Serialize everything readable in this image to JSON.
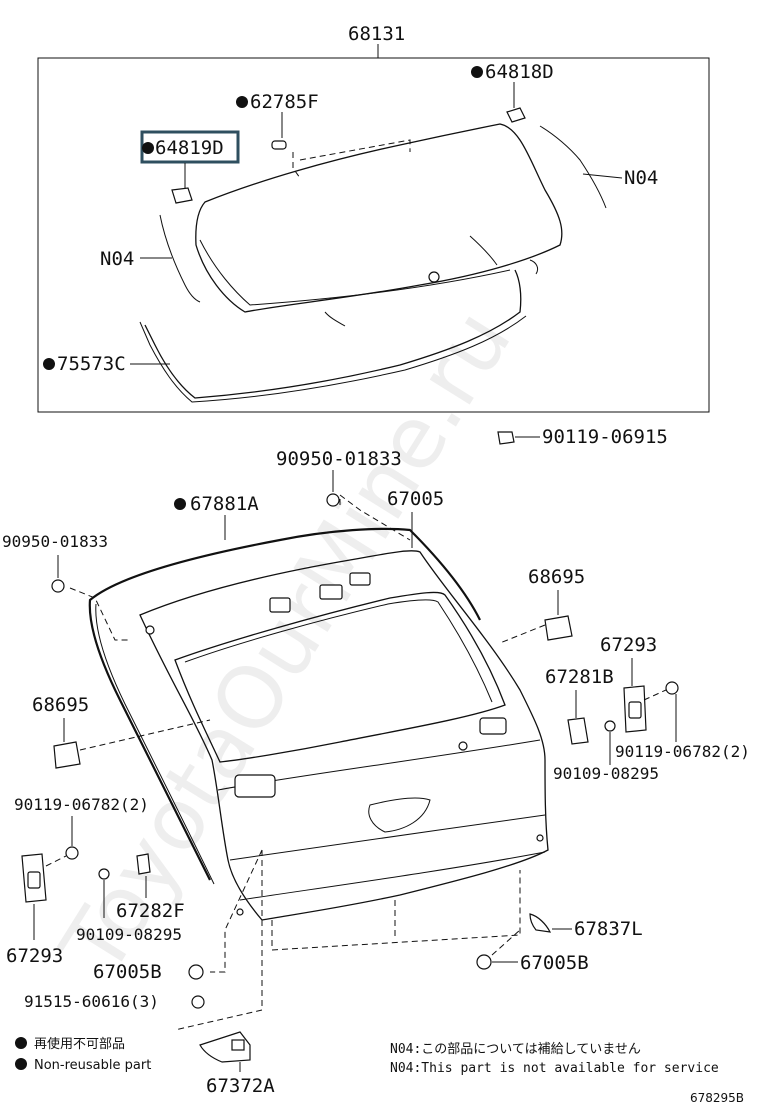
{
  "labels": {
    "p68131": "68131",
    "p64818D": "64818D",
    "p62785F": "62785F",
    "p64819D": "64819D",
    "n04_right": "N04",
    "n04_left": "N04",
    "p75573C": "75573C",
    "p90119_06915": "90119-06915",
    "p90950_01833_top": "90950-01833",
    "p67881A": "67881A",
    "p67005": "67005",
    "p90950_01833_left": "90950-01833",
    "p68695_right": "68695",
    "p67293_right": "67293",
    "p67281B": "67281B",
    "p68695_left": "68695",
    "p90119_06782_right": "90119-06782(2)",
    "p90109_08295_right": "90109-08295",
    "p90119_06782_left": "90119-06782(2)",
    "p67282F": "67282F",
    "p90109_08295_left": "90109-08295",
    "p67293_left": "67293",
    "p67837L": "67837L",
    "p67005B_left": "67005B",
    "p67005B_right": "67005B",
    "p91515_60616": "91515-60616(3)",
    "p67372A": "67372A"
  },
  "legend": {
    "jp": "再使用不可部品",
    "en": "Non-reusable part"
  },
  "notes": {
    "jp": "N04:この部品については補給していません",
    "en": "N04:This part is not available for service"
  },
  "figure_code": "678295B",
  "watermark": "ToyotaOurMine.ru",
  "colors": {
    "ink": "#111111",
    "highlight_box": "#2f4f5f"
  }
}
